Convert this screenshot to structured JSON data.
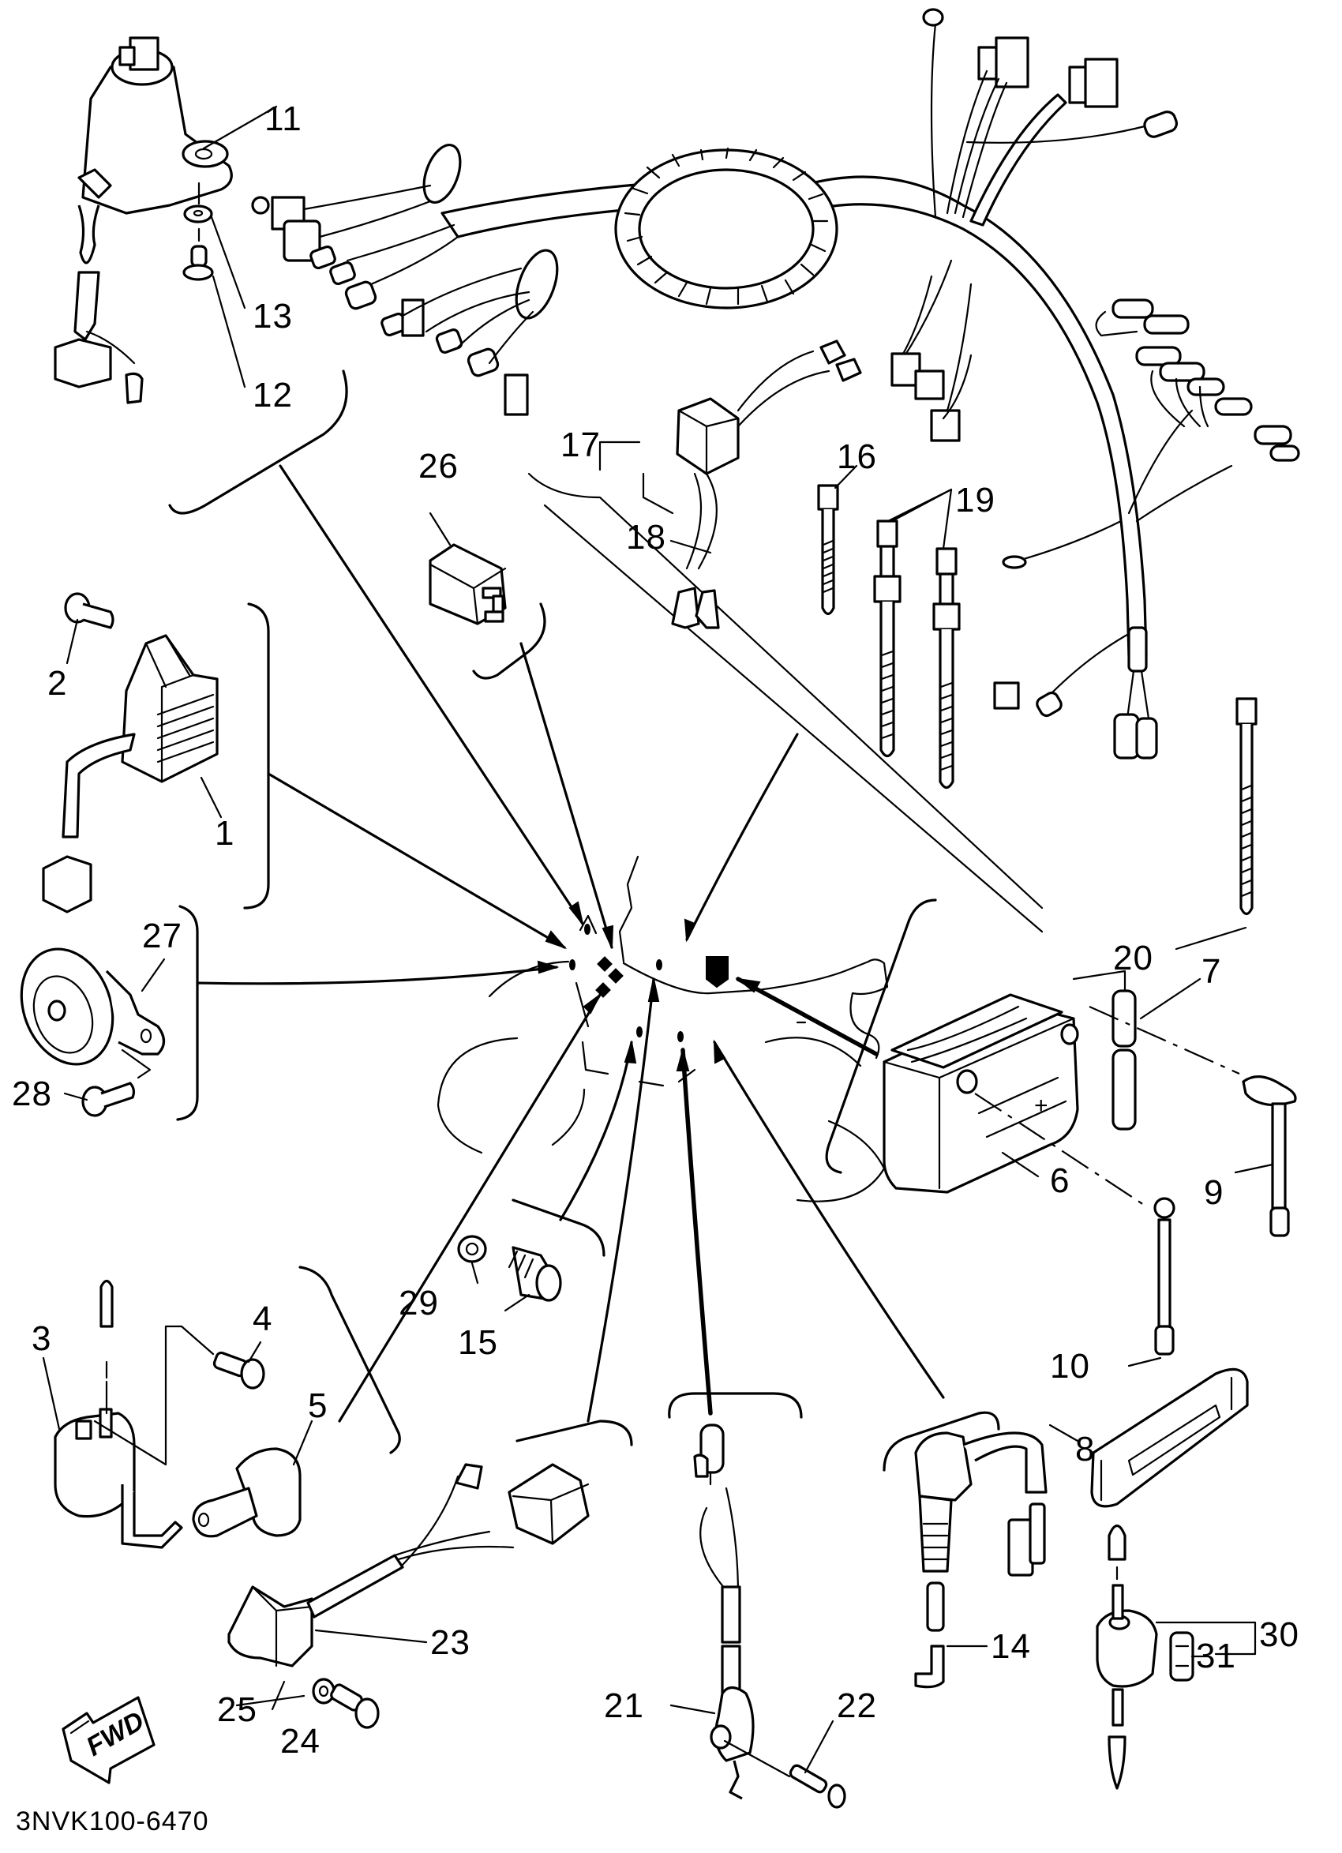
{
  "diagram": {
    "type": "exploded-parts-diagram",
    "subject": "Motorcycle electrical components",
    "reference_code": "3NVK100-6470",
    "direction_indicator": "FWD",
    "parts": [
      {
        "ref": "1",
        "depicts": "rectifier-regulator"
      },
      {
        "ref": "2",
        "depicts": "bolt"
      },
      {
        "ref": "3",
        "depicts": "ignition-coil"
      },
      {
        "ref": "4",
        "depicts": "screw"
      },
      {
        "ref": "5",
        "depicts": "spark-plug-cap"
      },
      {
        "ref": "6",
        "depicts": "battery"
      },
      {
        "ref": "7",
        "depicts": "breather-pipe"
      },
      {
        "ref": "8",
        "depicts": "battery-band"
      },
      {
        "ref": "9",
        "depicts": "battery-positive-lead"
      },
      {
        "ref": "10",
        "depicts": "battery-negative-lead"
      },
      {
        "ref": "11",
        "depicts": "main-switch"
      },
      {
        "ref": "12",
        "depicts": "screw"
      },
      {
        "ref": "13",
        "depicts": "washer"
      },
      {
        "ref": "14",
        "depicts": "spark-plug-lead"
      },
      {
        "ref": "15",
        "depicts": "neutral-switch"
      },
      {
        "ref": "16",
        "depicts": "cable-tie-short"
      },
      {
        "ref": "17",
        "depicts": "wire-harness"
      },
      {
        "ref": "18",
        "depicts": "sub-lead"
      },
      {
        "ref": "19",
        "depicts": "cable-tie"
      },
      {
        "ref": "20",
        "depicts": "cable-tie-long"
      },
      {
        "ref": "21",
        "depicts": "stop-switch"
      },
      {
        "ref": "22",
        "depicts": "screw"
      },
      {
        "ref": "23",
        "depicts": "ignitor-unit"
      },
      {
        "ref": "24",
        "depicts": "bolt"
      },
      {
        "ref": "25",
        "depicts": "washer"
      },
      {
        "ref": "26",
        "depicts": "flasher-relay"
      },
      {
        "ref": "27",
        "depicts": "horn"
      },
      {
        "ref": "28",
        "depicts": "bolt"
      },
      {
        "ref": "29",
        "depicts": "gasket"
      },
      {
        "ref": "30",
        "depicts": "fuse-holder-assy"
      },
      {
        "ref": "31",
        "depicts": "fuse"
      }
    ]
  },
  "labels": {
    "p1": "1",
    "p2": "2",
    "p3": "3",
    "p4": "4",
    "p5": "5",
    "p6": "6",
    "p7": "7",
    "p8": "8",
    "p9": "9",
    "p10": "10",
    "p11": "11",
    "p12": "12",
    "p13": "13",
    "p14": "14",
    "p15": "15",
    "p16": "16",
    "p17": "17",
    "p18": "18",
    "p19": "19",
    "p20": "20",
    "p21": "21",
    "p22": "22",
    "p23": "23",
    "p24": "24",
    "p25": "25",
    "p26": "26",
    "p27": "27",
    "p28": "28",
    "p29": "29",
    "p30": "30",
    "p31": "31"
  },
  "footer": {
    "code": "3NVK100-6470",
    "fwd": "FWD"
  }
}
